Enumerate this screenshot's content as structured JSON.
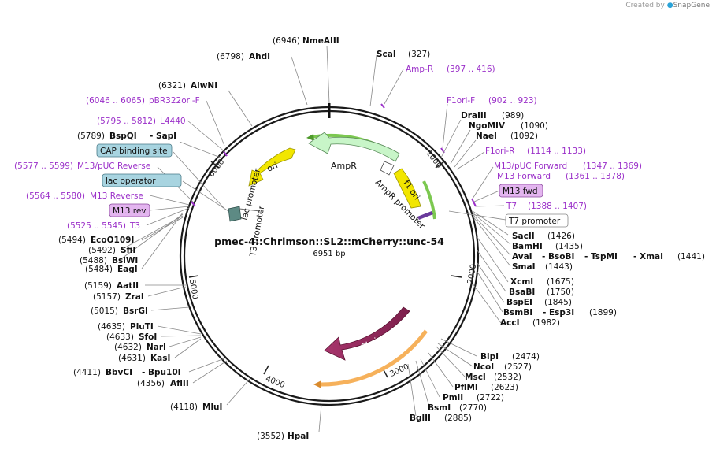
{
  "credit": {
    "prefix": "Created by",
    "brand": "SnapGene"
  },
  "plasmid": {
    "name": "pmec-4::Chrimson::SL2::mCherry::unc-54",
    "size_label": "6951 bp",
    "length": 6951
  },
  "ticks": [
    "1000",
    "2000",
    "3000",
    "4000",
    "5000",
    "6000"
  ],
  "sites": [
    {
      "id": "nmeaiii",
      "pos": "(6946)",
      "name": "NmeAIII"
    },
    {
      "id": "ahdi",
      "pos": "(6798)",
      "name": "AhdI"
    },
    {
      "id": "alwni",
      "pos": "(6321)",
      "name": "AlwNI"
    },
    {
      "id": "bspqi",
      "pos": "(5789)",
      "name": "BspQI",
      "name2": "- SapI"
    },
    {
      "id": "scai",
      "pos": "(327)",
      "name": "ScaI"
    },
    {
      "id": "draiii",
      "pos": "(989)",
      "name": "DraIII"
    },
    {
      "id": "ngomiv",
      "pos": "(1090)",
      "name": "NgoMIV"
    },
    {
      "id": "naei",
      "pos": "(1092)",
      "name": "NaeI"
    },
    {
      "id": "sacii",
      "pos": "(1426)",
      "name": "SacII"
    },
    {
      "id": "bamhi",
      "pos": "(1435)",
      "name": "BamHI"
    },
    {
      "id": "avai",
      "pos": "(1441)",
      "name": "AvaI",
      "name2": "- BsoBI",
      "name3": "- TspMI",
      "name4": "- XmaI"
    },
    {
      "id": "smai",
      "pos": "(1443)",
      "name": "SmaI"
    },
    {
      "id": "xcmi",
      "pos": "(1675)",
      "name": "XcmI"
    },
    {
      "id": "bsabi",
      "pos": "(1750)",
      "name": "BsaBI"
    },
    {
      "id": "bspei",
      "pos": "(1845)",
      "name": "BspEI"
    },
    {
      "id": "bsmbi",
      "pos": "(1899)",
      "name": "BsmBI",
      "name2": "- Esp3I"
    },
    {
      "id": "acci",
      "pos": "(1982)",
      "name": "AccI"
    },
    {
      "id": "blpi",
      "pos": "(2474)",
      "name": "BlpI"
    },
    {
      "id": "ncoi",
      "pos": "(2527)",
      "name": "NcoI"
    },
    {
      "id": "msci",
      "pos": "(2532)",
      "name": "MscI"
    },
    {
      "id": "pflmi",
      "pos": "(2623)",
      "name": "PflMI"
    },
    {
      "id": "pmli",
      "pos": "(2722)",
      "name": "PmlI"
    },
    {
      "id": "bsmi",
      "pos": "(2770)",
      "name": "BsmI"
    },
    {
      "id": "bglii",
      "pos": "(2885)",
      "name": "BglII"
    },
    {
      "id": "hpai",
      "pos": "(3552)",
      "name": "HpaI"
    },
    {
      "id": "mlui",
      "pos": "(4118)",
      "name": "MluI"
    },
    {
      "id": "aflii",
      "pos": "(4356)",
      "name": "AflII"
    },
    {
      "id": "bbvci",
      "pos": "(4411)",
      "name": "BbvCI",
      "name2": "- Bpu10I"
    },
    {
      "id": "kasi",
      "pos": "(4631)",
      "name": "KasI"
    },
    {
      "id": "nari",
      "pos": "(4632)",
      "name": "NarI"
    },
    {
      "id": "sfoi",
      "pos": "(4633)",
      "name": "SfoI"
    },
    {
      "id": "pluti",
      "pos": "(4635)",
      "name": "PluTI"
    },
    {
      "id": "bsrgi",
      "pos": "(5015)",
      "name": "BsrGI"
    },
    {
      "id": "zrai",
      "pos": "(5157)",
      "name": "ZraI"
    },
    {
      "id": "aatii",
      "pos": "(5159)",
      "name": "AatII"
    },
    {
      "id": "eagi",
      "pos": "(5484)",
      "name": "EagI"
    },
    {
      "id": "bsiwi",
      "pos": "(5488)",
      "name": "BsiWI"
    },
    {
      "id": "sfii",
      "pos": "(5492)",
      "name": "SfiI"
    },
    {
      "id": "ecoo109i",
      "pos": "(5494)",
      "name": "EcoO109I"
    }
  ],
  "primers": [
    {
      "id": "ampr-primer",
      "name": "Amp-R",
      "range": "(397 .. 416)"
    },
    {
      "id": "f1ori-f",
      "name": "F1ori-F",
      "range": "(902 .. 923)"
    },
    {
      "id": "f1ori-r",
      "name": "F1ori-R",
      "range": "(1114 .. 1133)"
    },
    {
      "id": "m13puc-fwd",
      "name": "M13/pUC Forward",
      "range": "(1347 .. 1369)"
    },
    {
      "id": "m13-forward",
      "name": "M13 Forward",
      "range": "(1361 .. 1378)"
    },
    {
      "id": "t7",
      "name": "T7",
      "range": "(1388 .. 1407)"
    },
    {
      "id": "pbr322ori-f",
      "name": "pBR322ori-F",
      "range": "(6046 .. 6065)"
    },
    {
      "id": "l4440",
      "name": "L4440",
      "range": "(5795 .. 5812)"
    },
    {
      "id": "m13puc-rev",
      "name": "M13/pUC Reverse",
      "range": "(5577 .. 5599)"
    },
    {
      "id": "m13-reverse",
      "name": "M13 Reverse",
      "range": "(5564 .. 5580)"
    },
    {
      "id": "t3",
      "name": "T3",
      "range": "(5525 .. 5545)"
    }
  ],
  "boxed_labels": {
    "cap": "CAP binding site",
    "lac_operator": "lac operator",
    "m13_rev": "M13 rev",
    "m13_fwd": "M13 fwd",
    "t7_promoter": "T7 promoter"
  },
  "features": {
    "ori": "ori",
    "ampr": "AmpR",
    "ampr_promoter": "AmpR promoter",
    "f1_ori": "f1 ori",
    "chrimson": "Chrimson",
    "lac_promoter": "lac promoter",
    "t3_promoter": "T3 promoter"
  },
  "colors": {
    "primer": "#9b30c9",
    "ori": "#f2e600",
    "f1_ori": "#f2e600",
    "ampr": "#c8f5c8",
    "chrimson": "#8b2556",
    "cap_box": "#a8d4e0",
    "lac_box": "#a8d4e0",
    "m13_box": "#e3b5ef",
    "orf_green": "#7cc850",
    "orf_orange": "#f6b15b"
  }
}
